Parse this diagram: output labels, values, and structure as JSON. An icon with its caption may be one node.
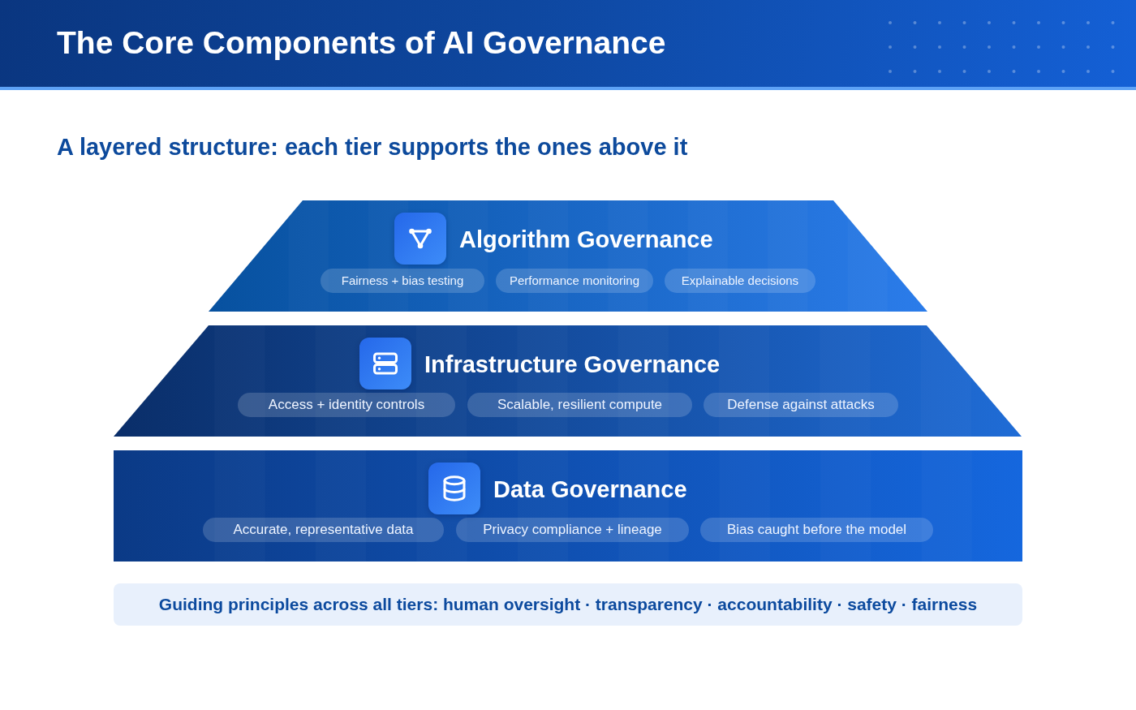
{
  "diagram": {
    "title": "The Core Components of AI Governance",
    "nodes": [
      {
        "text": [
          "Algorithm Governance"
        ]
      },
      {
        "text": [
          "Fairness + bias testing"
        ],
        "in": 0
      },
      {
        "text": [
          "Performance monitoring"
        ],
        "in": 0
      },
      {
        "text": [
          "Explainable decisions"
        ],
        "in": 0
      },
      {
        "text": [
          "Infrastructure Governance"
        ]
      },
      {
        "text": [
          "Access + identity controls"
        ],
        "in": 4
      },
      {
        "text": [
          "Scalable, resilient compute"
        ],
        "in": 4
      },
      {
        "text": [
          "Defense against attacks"
        ],
        "in": 4
      },
      {
        "text": [
          "Data Governance"
        ]
      },
      {
        "text": [
          "Accurate, representative data"
        ],
        "in": 8
      },
      {
        "text": [
          "Privacy compliance + lineage"
        ],
        "in": 8
      },
      {
        "text": [
          "Bias caught before the model"
        ],
        "in": 8
      },
      {
        "text": [
          "Guiding principles across all tiers: human oversight · transparency · accountability · safety · fairness"
        ]
      }
    ],
    "labels": [
      "A layered structure: each tier supports the ones above it"
    ]
  }
}
